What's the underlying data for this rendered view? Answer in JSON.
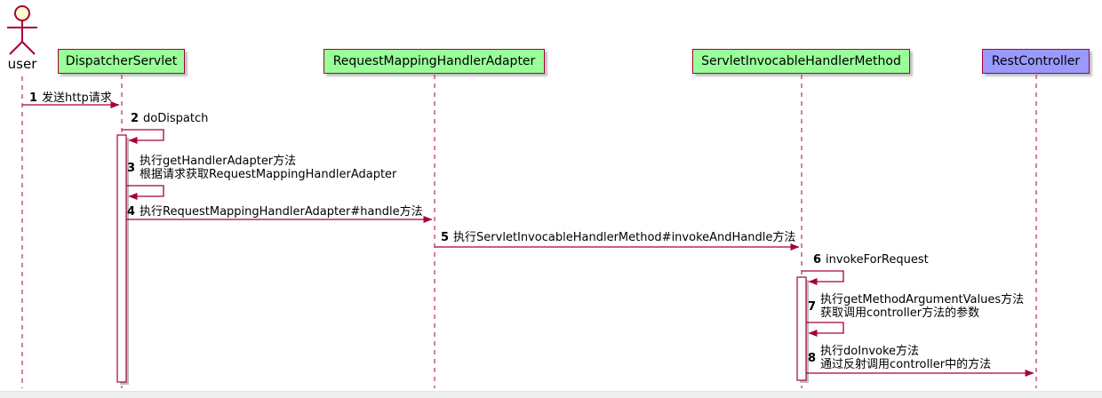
{
  "diagram": {
    "type": "uml-sequence",
    "actor": {
      "label": "user"
    },
    "participants": [
      {
        "label": "DispatcherServlet",
        "fill": "#99FF99"
      },
      {
        "label": "RequestMappingHandlerAdapter",
        "fill": "#99FF99"
      },
      {
        "label": "ServletInvocableHandlerMethod",
        "fill": "#99FF99"
      },
      {
        "label": "RestController",
        "fill": "#9999FF"
      }
    ],
    "messages": [
      {
        "num": "1",
        "from": "user",
        "to": "DispatcherServlet",
        "self": false,
        "lines": [
          "发送http请求"
        ]
      },
      {
        "num": "2",
        "from": "DispatcherServlet",
        "to": "DispatcherServlet",
        "self": true,
        "lines": [
          "doDispatch"
        ]
      },
      {
        "num": "3",
        "from": "DispatcherServlet",
        "to": "DispatcherServlet",
        "self": true,
        "lines": [
          "执行getHandlerAdapter方法",
          "根据请求获取RequestMappingHandlerAdapter"
        ]
      },
      {
        "num": "4",
        "from": "DispatcherServlet",
        "to": "RequestMappingHandlerAdapter",
        "self": false,
        "lines": [
          "执行RequestMappingHandlerAdapter#handle方法"
        ]
      },
      {
        "num": "5",
        "from": "RequestMappingHandlerAdapter",
        "to": "ServletInvocableHandlerMethod",
        "self": false,
        "lines": [
          "执行ServletInvocableHandlerMethod#invokeAndHandle方法"
        ]
      },
      {
        "num": "6",
        "from": "ServletInvocableHandlerMethod",
        "to": "ServletInvocableHandlerMethod",
        "self": true,
        "lines": [
          "invokeForRequest"
        ]
      },
      {
        "num": "7",
        "from": "ServletInvocableHandlerMethod",
        "to": "ServletInvocableHandlerMethod",
        "self": true,
        "lines": [
          "执行getMethodArgumentValues方法",
          "获取调用controller方法的参数"
        ]
      },
      {
        "num": "8",
        "from": "ServletInvocableHandlerMethod",
        "to": "RestController",
        "self": false,
        "lines": [
          "执行doInvoke方法",
          "通过反射调用controller中的方法"
        ]
      }
    ],
    "colors": {
      "line": "#A80036",
      "participant_green": "#99FF99",
      "participant_purple": "#9999FF",
      "actor_head": "#FEFECE",
      "activation_fill": "#FFFFFF",
      "text": "#000000"
    }
  }
}
